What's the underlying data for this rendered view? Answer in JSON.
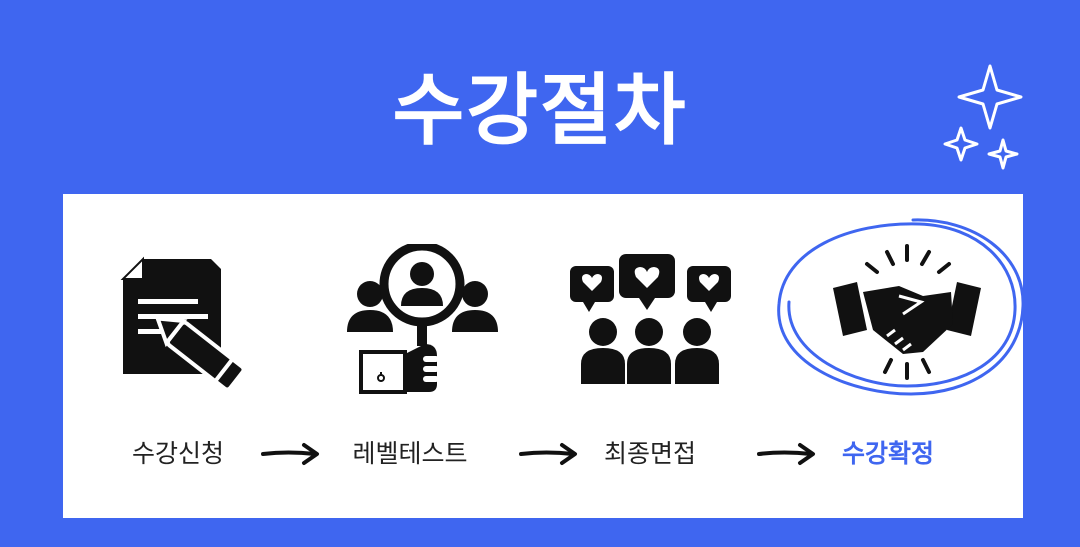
{
  "page": {
    "title": "수강절차",
    "background": "#3f66f0",
    "accent": "#3f66f0"
  },
  "steps": [
    {
      "label": "수강신청",
      "icon": "document-pen-icon",
      "active": false
    },
    {
      "label": "레벨테스트",
      "icon": "magnifier-person-icon",
      "active": false
    },
    {
      "label": "최종면접",
      "icon": "group-hearts-icon",
      "active": false
    },
    {
      "label": "수강확정",
      "icon": "handshake-icon",
      "active": true
    }
  ],
  "decorations": {
    "icon": "sparkles-icon",
    "highlight": "scribble-circle"
  }
}
